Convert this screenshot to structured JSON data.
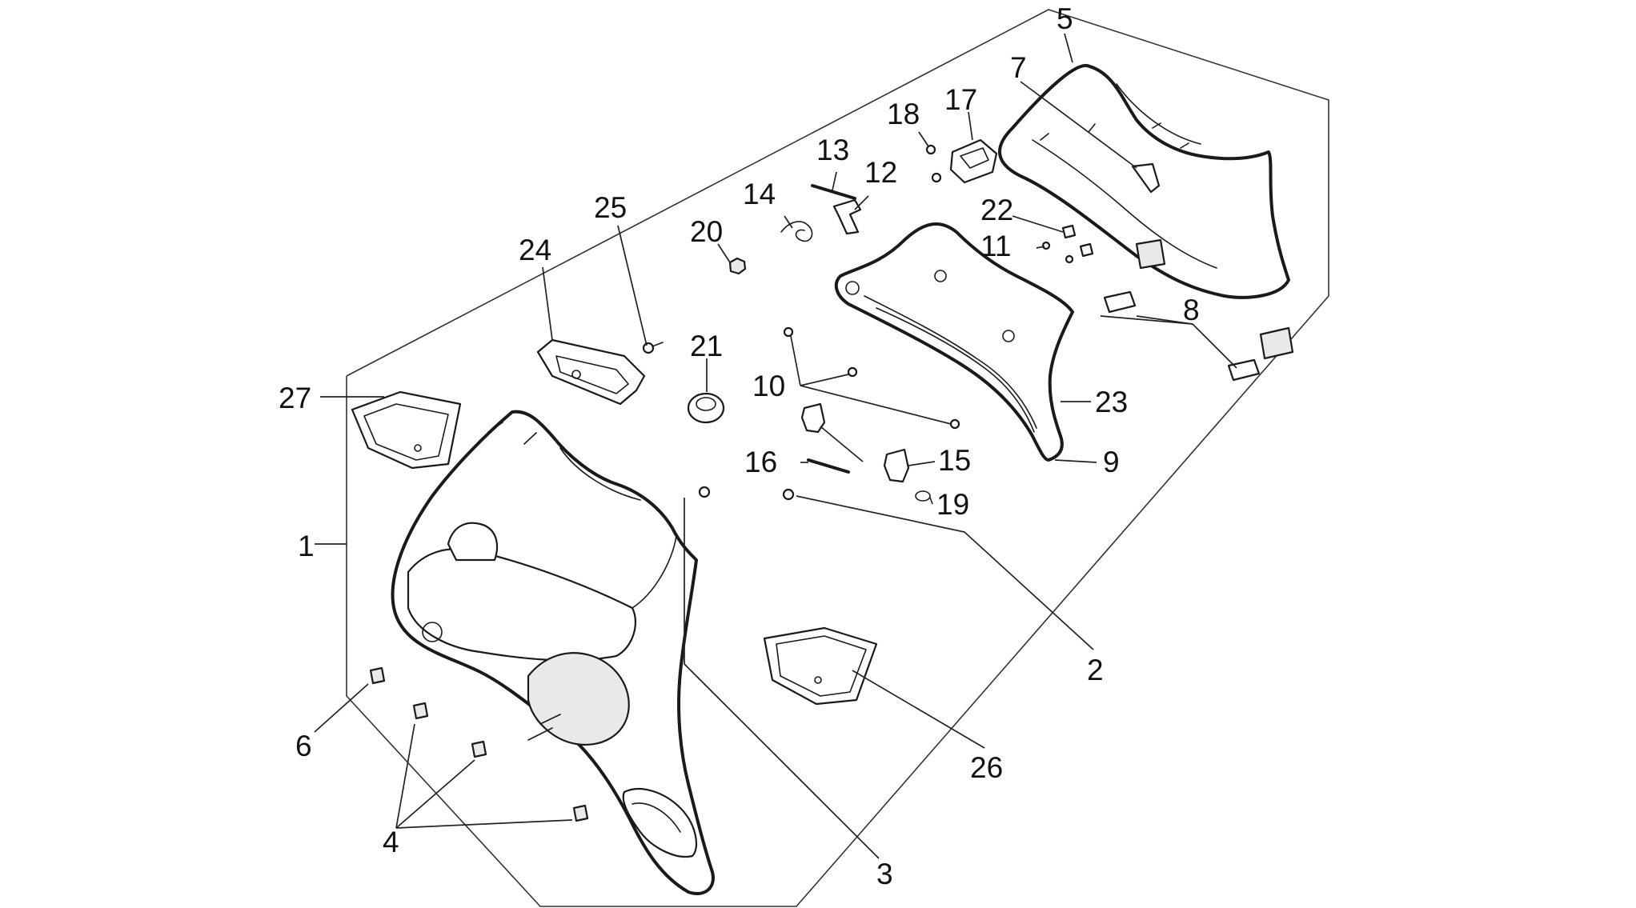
{
  "callouts": [
    "1",
    "2",
    "3",
    "4",
    "5",
    "6",
    "7",
    "8",
    "9",
    "10",
    "11",
    "12",
    "13",
    "14",
    "15",
    "16",
    "17",
    "18",
    "19",
    "20",
    "21",
    "22",
    "23",
    "24",
    "25",
    "26",
    "27"
  ],
  "colors": {
    "line": "#1a1a1a",
    "background": "#ffffff",
    "fill_shade": "#e9e9e9"
  }
}
